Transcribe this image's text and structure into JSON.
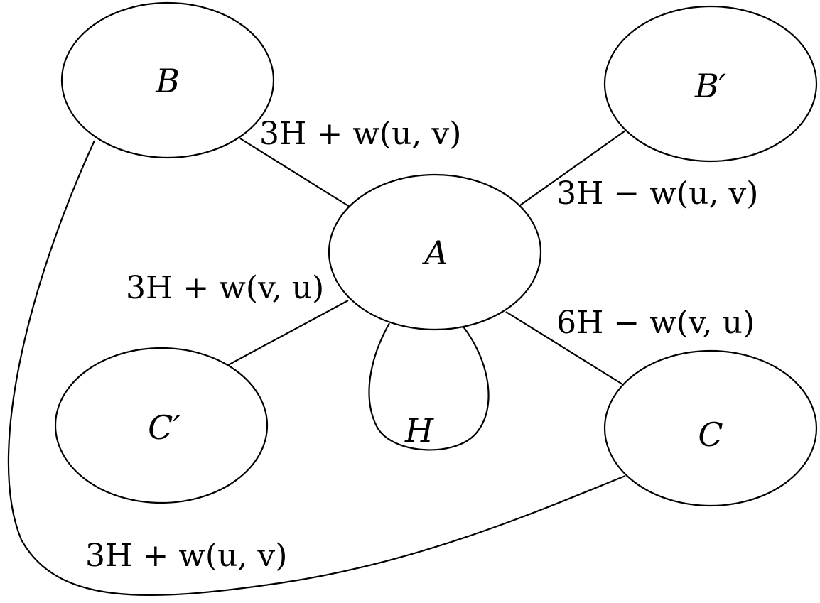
{
  "nodes": {
    "A": "A",
    "B": "B",
    "B_prime": "B′",
    "C": "C",
    "C_prime": "C′"
  },
  "edges": {
    "B_A": "3H + w(u, v)",
    "A_Bprime": "3H − w(u, v)",
    "A_Cprime": "3H + w(v, u)",
    "A_C": "6H − w(v, u)",
    "A_self": "H",
    "B_C": "3H + w(u, v)"
  }
}
